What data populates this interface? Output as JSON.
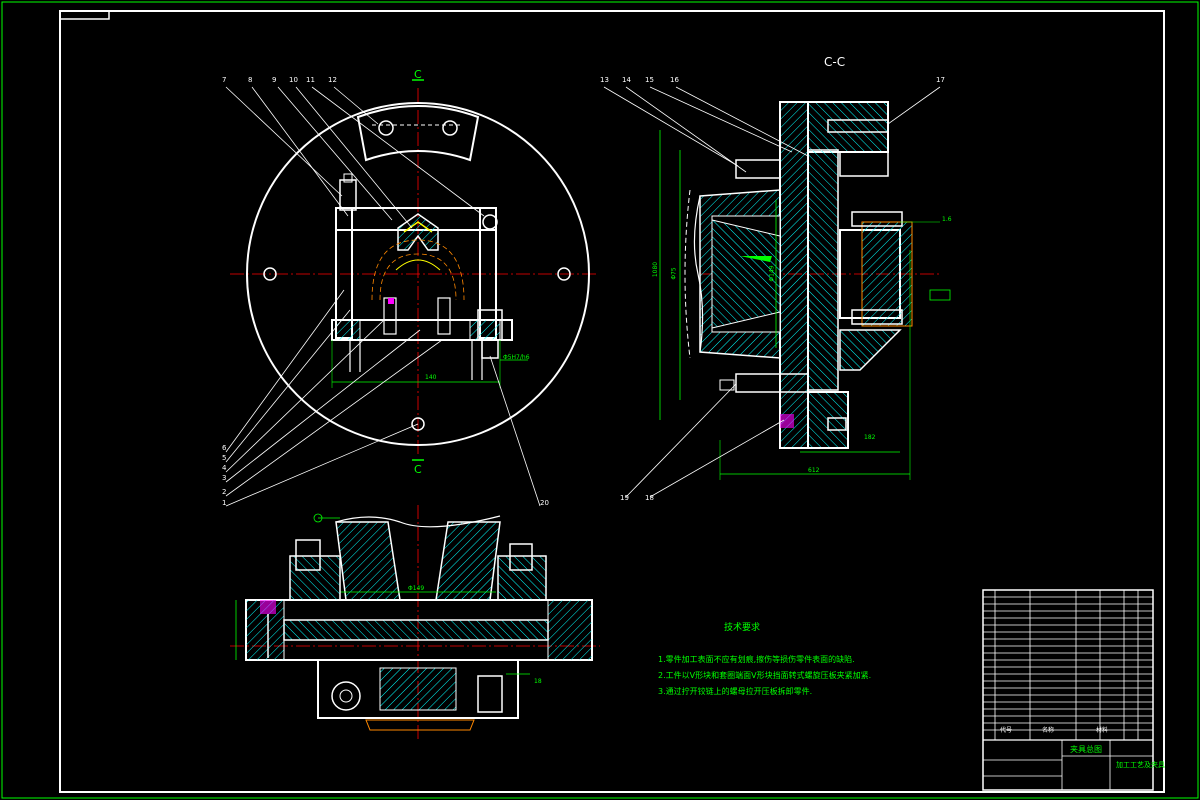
{
  "drawing": {
    "section_label": "C-C",
    "cut_mark": "C",
    "part_numbers_left_top": [
      "7",
      "8",
      "9",
      "10",
      "11",
      "12"
    ],
    "part_numbers_left_bottom": [
      "6",
      "5",
      "4",
      "3",
      "2",
      "1"
    ],
    "part_number_20": "20",
    "part_numbers_right_top": [
      "13",
      "14",
      "15",
      "16"
    ],
    "part_number_17": "17",
    "part_numbers_right_bottom": [
      "19",
      "18"
    ],
    "dimensions": {
      "fit_left": "Φ5H7/h6",
      "width_left": "140",
      "height_right": "1080",
      "bore_right": "Φ149",
      "small_right": "Φ75",
      "width_right_a": "182",
      "width_right_b": "612",
      "bottom_bore": "Φ149",
      "bottom_side": "18",
      "right_fit": "1.6"
    }
  },
  "notes": {
    "heading": "技术要求",
    "lines": [
      "1.零件加工表面不应有划痕,擦伤等损伤零件表面的缺陷.",
      "2.工件以V形块和套圈端面V形块挡面转式螺旋压板夹紧加紧.",
      "3.通过拧开铰链上的螺母拉开压板拆卸零件."
    ]
  },
  "title_block": {
    "drawing_name": "夹具总图",
    "project": "加工工艺及夹具",
    "col_code": "代号",
    "col_name": "名称",
    "col_material": "材料"
  },
  "colors": {
    "background": "#000000",
    "outline": "#ffffff",
    "frame": "#00ff00",
    "center": "#ff0000",
    "hatch": "#00ffff",
    "magenta": "#ff00ff",
    "yellow": "#ffff00"
  }
}
